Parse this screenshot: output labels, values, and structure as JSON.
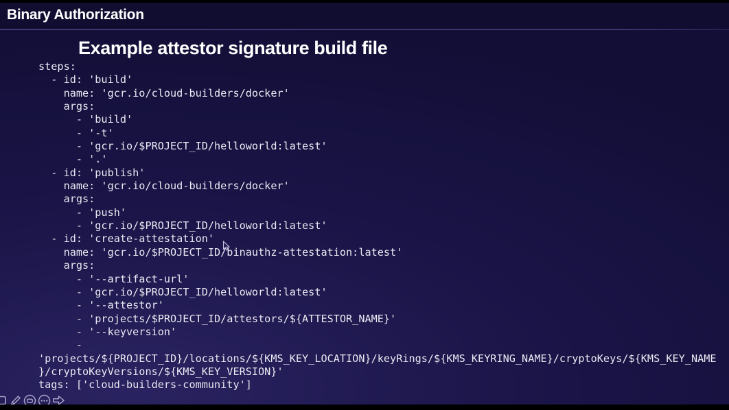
{
  "slide": {
    "header": {
      "title": "Binary Authorization"
    },
    "title": "Example attestor signature build file",
    "code": {
      "language": "yaml",
      "lines": [
        "steps:",
        "  - id: 'build'",
        "    name: 'gcr.io/cloud-builders/docker'",
        "    args:",
        "      - 'build'",
        "      - '-t'",
        "      - 'gcr.io/$PROJECT_ID/helloworld:latest'",
        "      - '.'",
        "  - id: 'publish'",
        "    name: 'gcr.io/cloud-builders/docker'",
        "    args:",
        "      - 'push'",
        "      - 'gcr.io/$PROJECT_ID/helloworld:latest'",
        "  - id: 'create-attestation'",
        "    name: 'gcr.io/$PROJECT_ID/binauthz-attestation:latest'",
        "    args:",
        "      - '--artifact-url'",
        "      - 'gcr.io/$PROJECT_ID/helloworld:latest'",
        "      - '--attestor'",
        "      - 'projects/$PROJECT_ID/attestors/${ATTESTOR_NAME}'",
        "      - '--keyversion'",
        "      -",
        "'projects/${PROJECT_ID}/locations/${KMS_KEY_LOCATION}/keyRings/${KMS_KEYRING_NAME}/cryptoKeys/${KMS_KEY_NAME",
        "}/cryptoKeyVersions/${KMS_KEY_VERSION}'",
        "tags: ['cloud-builders-community']"
      ]
    }
  },
  "annotation_toolbar": {
    "icons": [
      "shape-tool-icon",
      "pencil-tool-icon",
      "laser-pointer-icon",
      "more-options-icon",
      "forward-arrow-icon"
    ]
  },
  "colors": {
    "letterbox": "#000000",
    "header_background": "#110d31",
    "slide_background": "#1b1549",
    "slide_glow": "#2a2361",
    "divider": "#3c3870",
    "heading_text": "#ffffff",
    "code_text": "#ece9f4",
    "toolbar_icon": "#cfcbe8"
  }
}
